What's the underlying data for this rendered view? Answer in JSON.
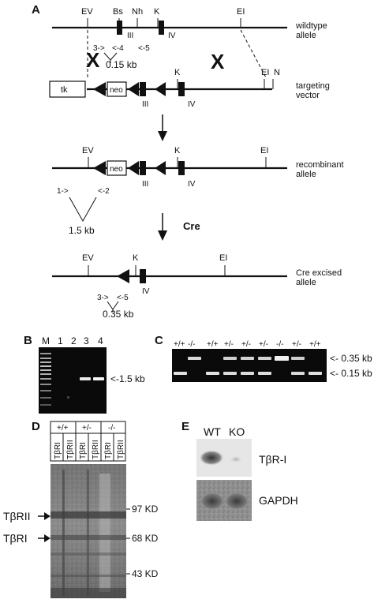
{
  "panels": {
    "a": "A",
    "b": "B",
    "c": "C",
    "d": "D",
    "e": "E"
  },
  "panel_a": {
    "wildtype": {
      "sites": [
        "EV",
        "Bs",
        "Nh",
        "K",
        "EI"
      ],
      "exons": [
        "III",
        "IV"
      ],
      "label": [
        "wildtype",
        "allele"
      ],
      "primers": [
        "3->",
        "<-4",
        "<-5"
      ],
      "product": "0.15 kb"
    },
    "crossover": "X",
    "targeting": {
      "tk": "tk",
      "neo": "neo",
      "sites": [
        "K",
        "EI",
        "N"
      ],
      "exons": [
        "III",
        "IV"
      ],
      "label": [
        "targeting",
        "vector"
      ]
    },
    "recombinant": {
      "sites": [
        "EV",
        "K",
        "EI"
      ],
      "neo": "neo",
      "exons": [
        "III",
        "IV"
      ],
      "label": [
        "recombinant",
        "allele"
      ],
      "primers": [
        "1->",
        "<-2"
      ],
      "product": "1.5 kb"
    },
    "cre": "Cre",
    "excised": {
      "sites": [
        "EV",
        "K",
        "EI"
      ],
      "exon": "IV",
      "label": [
        "Cre excised",
        "allele"
      ],
      "primers": [
        "3->",
        "<-5"
      ],
      "product": "0.35 kb"
    }
  },
  "panel_b": {
    "lanes": [
      "M",
      "1",
      "2",
      "3",
      "4"
    ],
    "band_label": "<-1.5 kb"
  },
  "panel_c": {
    "genotypes": [
      "+/+",
      "-/-",
      "+/+",
      "+/-",
      "+/-",
      "+/-",
      "-/-",
      "+/-",
      "+/+"
    ],
    "band_labels": [
      "<- 0.35 kb",
      "<- 0.15 kb"
    ]
  },
  "panel_d": {
    "genotypes": [
      "+/+",
      "+/-",
      "-/-"
    ],
    "lanes": [
      "TβRI",
      "TβRII",
      "TβRI",
      "TβRII",
      "TβRI",
      "TβRII"
    ],
    "left_labels": [
      "TβRII",
      "TβRI"
    ],
    "markers": [
      "97 KD",
      "68 KD",
      "43 KD"
    ]
  },
  "panel_e": {
    "columns": [
      "WT",
      "KO"
    ],
    "rows": [
      "TβR-I",
      "GAPDH"
    ]
  }
}
